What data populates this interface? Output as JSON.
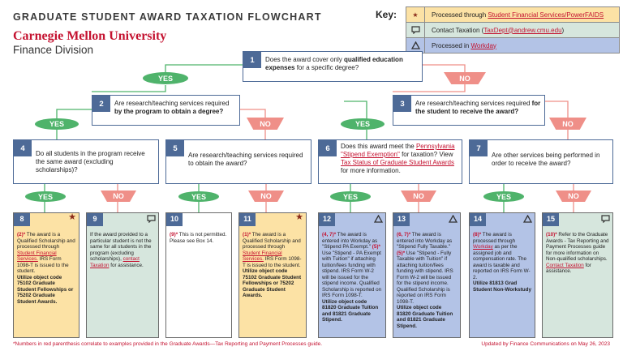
{
  "header": {
    "title": "GRADUATE STUDENT AWARD TAXATION FLOWCHART",
    "org": "Carnegie Mellon University",
    "division": "Finance Division"
  },
  "key": {
    "label": "Key:",
    "items": [
      {
        "icon": "star-icon",
        "glyph": "★",
        "color": "#8a2a1a",
        "prefix": "Processed through ",
        "link": "Student Financial Services/PowerFAIDS",
        "suffix": ""
      },
      {
        "icon": "speech-bubble-icon",
        "glyph": "🗨",
        "color": "#333333",
        "prefix": "Contact Taxation (",
        "link": "TaxDept@andrew.cmu.edu",
        "suffix": ")"
      },
      {
        "icon": "triangle-icon",
        "glyph": "△",
        "color": "#333333",
        "prefix": "Processed in ",
        "link": "Workday",
        "suffix": ""
      }
    ]
  },
  "labels": {
    "yes": "YES",
    "no": "NO"
  },
  "questions": {
    "q1": {
      "num": "1",
      "pre": "Does the award cover only ",
      "bold": "qualified education expenses",
      "post": " for a specific degree?"
    },
    "q2": {
      "num": "2",
      "pre": "Are research/teaching services required ",
      "bold": "by the program to obtain a degree?",
      "post": ""
    },
    "q3": {
      "num": "3",
      "pre": "Are research/teaching services required ",
      "bold": "for the student to receive the award?",
      "post": ""
    },
    "q4": {
      "num": "4",
      "text": "Do all students in the program receive the same award (excluding scholarships)?"
    },
    "q5": {
      "num": "5",
      "text": "Are research/teaching services required to obtain the award?"
    },
    "q6": {
      "num": "6",
      "pre": "Does this award meet the ",
      "link1": "Pennsylvania \"Stipend Exemption\"",
      "mid": " for taxation? View ",
      "link2": "Tax Status of Graduate Student Awards",
      "post": " for more information."
    },
    "q7": {
      "num": "7",
      "text": "Are other services being performed in order to receive the award?"
    }
  },
  "results": {
    "r8": {
      "num": "8",
      "red": "(2)*",
      "t1": " The award is a Qualified Scholarship and processed through ",
      "link": "Student Financial Services.",
      "t2": " IRS Form 1098-T is issued to the student.",
      "bold": "Utilize object code 75102 Graduate Student Fellowships or 75202 Graduate Student Awards."
    },
    "r9": {
      "num": "9",
      "t1": "If the award provided to a particular student is not the same for all students in the program (excluding scholarships), ",
      "link": "contact Taxation",
      "t2": " for assistance."
    },
    "r10": {
      "num": "10",
      "red": "(9)*",
      "t1": " This is not permitted. Please see Box 14."
    },
    "r11": {
      "num": "11",
      "red": "(1)*",
      "t1": " The award is a Qualified Scholarship and processed through ",
      "link": "Student Financial Services.",
      "t2": " IRS Form 1098-T is issued to the student.",
      "bold": "Utilize object code 75102 Graduate Student Fellowships or 75202 Graduate Student Awards."
    },
    "r12": {
      "num": "12",
      "red": "(4, 7)*",
      "t1": " The award is entered into Workday as \"Stipend PA Exempt.\" ",
      "red2": "(5)*",
      "t2": " Use \"Stipend - PA Exempt with Tuition\" if attaching tuition/fees funding with stipend. IRS Form W-2 will be issued for the stipend income. Qualified Scholarship is reported on IRS Form 1098-T.",
      "bold": "Utilize object code 81820 Graduate Tuition and 81821 Graduate Stipend."
    },
    "r13": {
      "num": "13",
      "red": "(6, 7)*",
      "t1": " The award is entered into Workday as \"Stipend Fully Taxable.\" ",
      "red2": "(5)*",
      "t2": " Use \"Stipend - Fully Taxable with Tuition\" if attaching tuition/fees funding with stipend. IRS Form W-2 will be issued for the stipend income. Qualified Scholarship is reported on IRS Form 1098-T.",
      "bold": "Utilize object code 81820 Graduate Tuition and 81821 Graduate Stipend."
    },
    "r14": {
      "num": "14",
      "red": "(8)*",
      "t1": " The award is processed through ",
      "link": "Workday",
      "t2": " as per the assigned job and compensation rate. The award is taxable and reported on IRS Form W-2.",
      "bold": "Utilize 81813 Grad Student Non-Workstudy"
    },
    "r15": {
      "num": "15",
      "red": "(10)*",
      "t1": " Refer to the Graduate Awards - Tax Reporting and Payment Processes guide for more information on Non-qualified scholarships. ",
      "link": "Contact Taxation",
      "t2": " for assistance."
    }
  },
  "footer": {
    "note": "*Numbers in red parenthesis correlate to examples provided in the Graduate Awards—Tax Reporting and Payment Processes guide.",
    "updated": "Updated by Finance Communications on May 26, 2023"
  }
}
